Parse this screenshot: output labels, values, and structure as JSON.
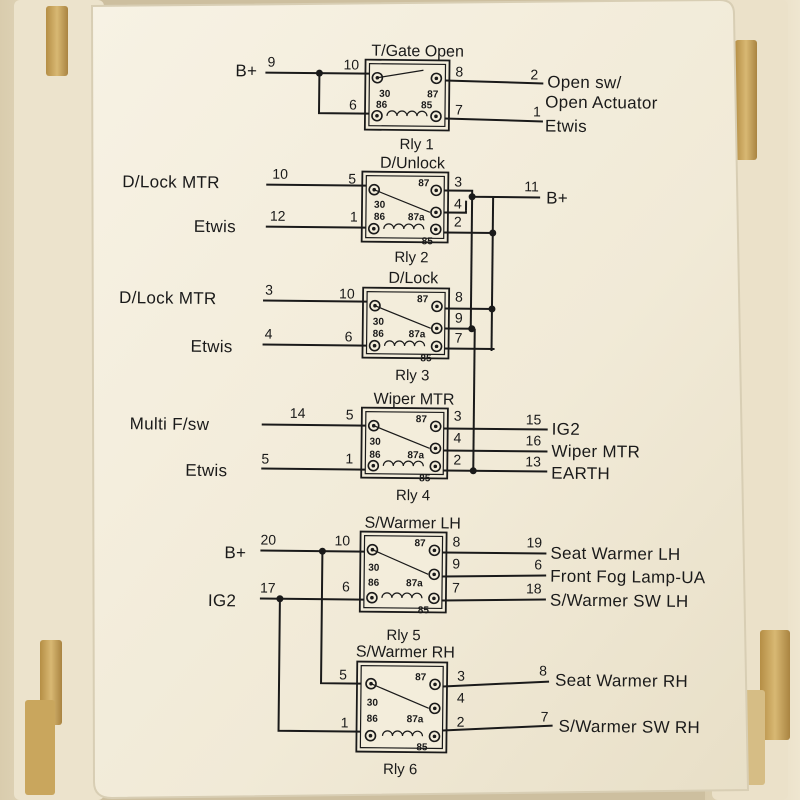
{
  "relays": [
    {
      "title": "T/Gate Open",
      "name": "Rly 1",
      "contacts": [
        "30",
        "87",
        "86",
        "85"
      ],
      "box_pins": [
        "10",
        "8",
        "6",
        "7"
      ],
      "ext_left_pins": [
        "9"
      ],
      "ext_right_pins": [
        "2",
        "1"
      ],
      "left_labels": [
        "B+"
      ],
      "right_labels": [
        "Open sw/",
        "Open Actuator",
        "Etwis"
      ]
    },
    {
      "title": "D/Unlock",
      "name": "Rly 2",
      "contacts": [
        "30",
        "87",
        "86",
        "87a",
        "85"
      ],
      "box_pins": [
        "5",
        "3",
        "4",
        "1",
        "2"
      ],
      "ext_left_pins": [
        "10",
        "12"
      ],
      "ext_right_pins": [
        "11"
      ],
      "left_labels": [
        "D/Lock MTR",
        "Etwis"
      ],
      "right_labels": [
        "B+"
      ]
    },
    {
      "title": "D/Lock",
      "name": "Rly 3",
      "contacts": [
        "30",
        "87",
        "86",
        "87a",
        "85"
      ],
      "box_pins": [
        "10",
        "8",
        "9",
        "6",
        "7"
      ],
      "ext_left_pins": [
        "3",
        "4"
      ],
      "left_labels": [
        "D/Lock MTR",
        "Etwis"
      ]
    },
    {
      "title": "Wiper MTR",
      "name": "Rly 4",
      "contacts": [
        "30",
        "87",
        "86",
        "87a",
        "85"
      ],
      "box_pins": [
        "5",
        "3",
        "4",
        "1",
        "2"
      ],
      "ext_left_pins": [
        "14",
        "5"
      ],
      "ext_right_pins": [
        "15",
        "16",
        "13"
      ],
      "left_labels": [
        "Multi F/sw",
        "Etwis"
      ],
      "right_labels": [
        "IG2",
        "Wiper MTR",
        "EARTH"
      ]
    },
    {
      "title": "S/Warmer LH",
      "name": "Rly 5",
      "contacts": [
        "30",
        "87",
        "86",
        "87a",
        "85"
      ],
      "box_pins": [
        "10",
        "8",
        "9",
        "6",
        "7"
      ],
      "ext_left_pins": [
        "20",
        "17"
      ],
      "ext_right_pins": [
        "19",
        "6",
        "18"
      ],
      "left_labels": [
        "B+",
        "IG2"
      ],
      "right_labels": [
        "Seat Warmer LH",
        "Front Fog Lamp-UA",
        "S/Warmer SW LH"
      ]
    },
    {
      "title": "S/Warmer RH",
      "name": "Rly 6",
      "contacts": [
        "30",
        "87",
        "86",
        "87a",
        "85"
      ],
      "box_pins": [
        "5",
        "3",
        "4",
        "1",
        "2"
      ],
      "ext_right_pins": [
        "8",
        "7"
      ],
      "right_labels": [
        "Seat Warmer RH",
        "S/Warmer SW RH"
      ]
    }
  ],
  "colors": {
    "panel": "#f3eddb",
    "ink": "#1a1a1a",
    "housing": "#e6dcc2",
    "latch": "#c9a65d"
  }
}
